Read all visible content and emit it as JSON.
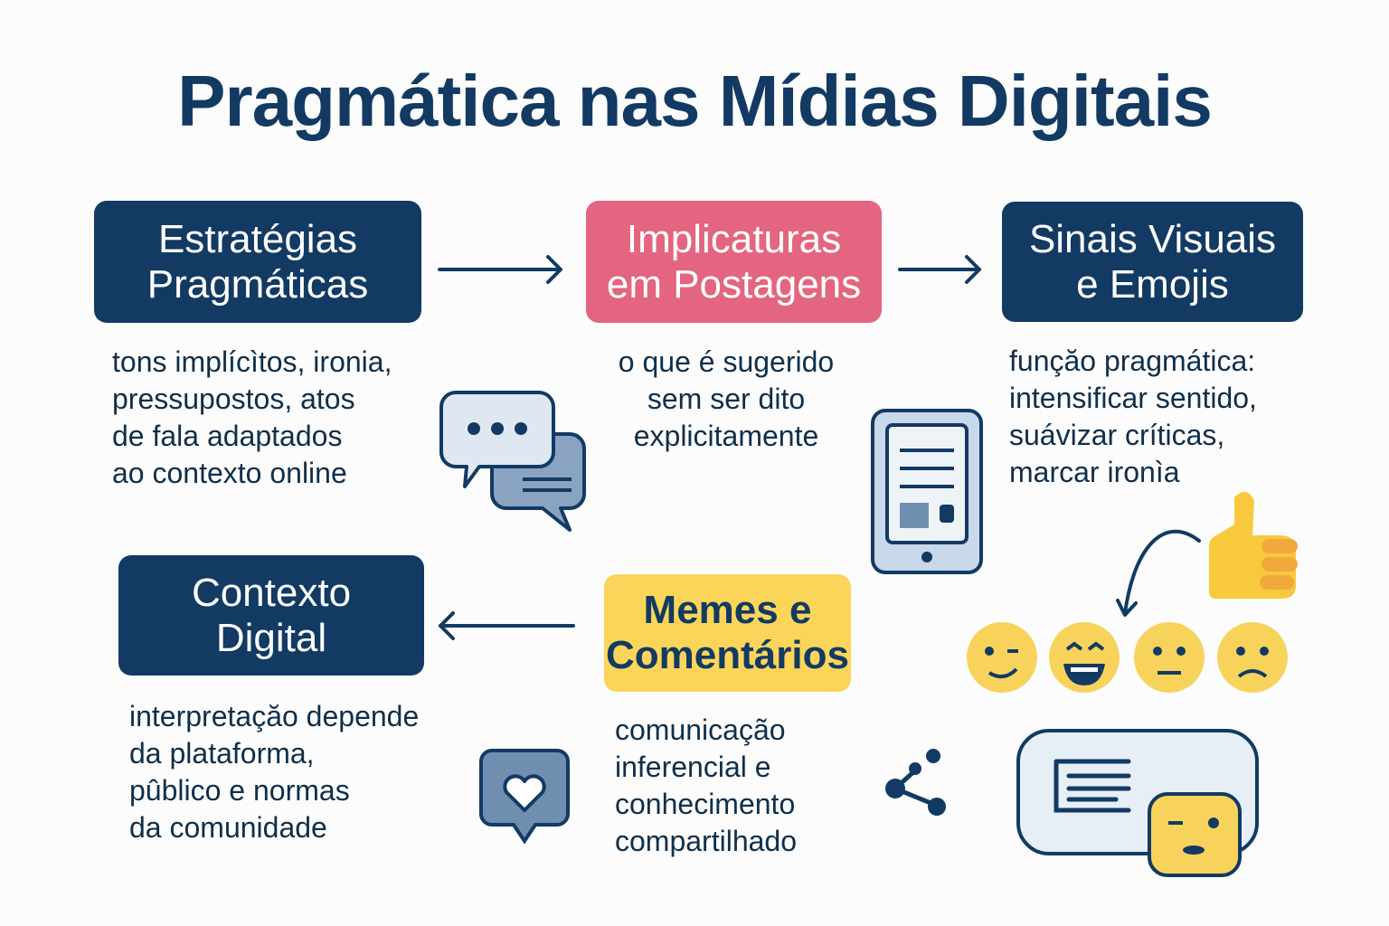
{
  "title": "Pragmática nas Mídias Digitais",
  "nodes": [
    {
      "label": "Estratégias\nPragmáticas",
      "description": "tons implícìtos, ironia,\npressupostos, atos\nde fala adaptados\nao contexto online"
    },
    {
      "label": "Implicaturas\nem Postagens",
      "description": "o que é sugerido\nsem ser dito\nexplicitamente"
    },
    {
      "label": "Sinais Visuais\ne Emojis",
      "description": "funçăo pragmática:\nintensificar sentido,\nsuávizar críticas,\nmarcar ironìa"
    },
    {
      "label": "Contexto\nDigital",
      "description": "interpretaçăo depende\nda plataforma,\npûblico e normas\nda comunidade"
    },
    {
      "label": "Memes e\nComentários",
      "description": "comunicação\ninferencial e\nconhecimento\ncompartilhado"
    }
  ],
  "colors": {
    "navy": "#123a63",
    "pink": "#e3657f",
    "yellow": "#fbd55a",
    "emoji": "#f8d35c",
    "icon_fill": "#dfe8f2",
    "icon_mid": "#8aa3c0"
  }
}
